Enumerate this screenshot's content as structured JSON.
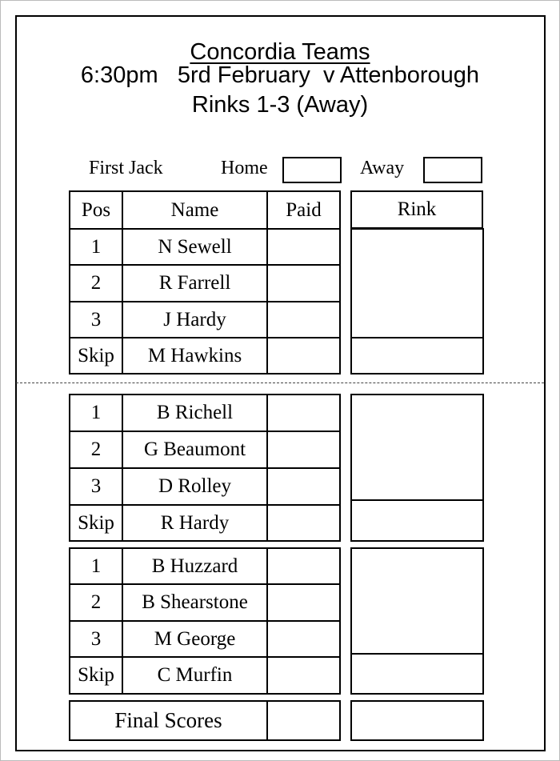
{
  "header": {
    "title": "Concordia Teams",
    "subtitle": "6:30pm   5rd February  v Attenborough",
    "rinks_line": "Rinks 1-3 (Away)"
  },
  "first_jack": {
    "label": "First Jack",
    "home_label": "Home",
    "away_label": "Away"
  },
  "columns": {
    "pos": "Pos",
    "name": "Name",
    "paid": "Paid",
    "rink": "Rink"
  },
  "rinks": [
    {
      "players": [
        {
          "pos": "1",
          "name": "N Sewell"
        },
        {
          "pos": "2",
          "name": "R Farrell"
        },
        {
          "pos": "3",
          "name": "J Hardy"
        },
        {
          "pos": "Skip",
          "name": "M Hawkins"
        }
      ]
    },
    {
      "players": [
        {
          "pos": "1",
          "name": "B Richell"
        },
        {
          "pos": "2",
          "name": "G Beaumont"
        },
        {
          "pos": "3",
          "name": "D Rolley"
        },
        {
          "pos": "Skip",
          "name": "R Hardy"
        }
      ]
    },
    {
      "players": [
        {
          "pos": "1",
          "name": "B Huzzard"
        },
        {
          "pos": "2",
          "name": "B Shearstone"
        },
        {
          "pos": "3",
          "name": "M George"
        },
        {
          "pos": "Skip",
          "name": "C Murfin"
        }
      ]
    }
  ],
  "final_scores": {
    "label": "Final Scores"
  }
}
